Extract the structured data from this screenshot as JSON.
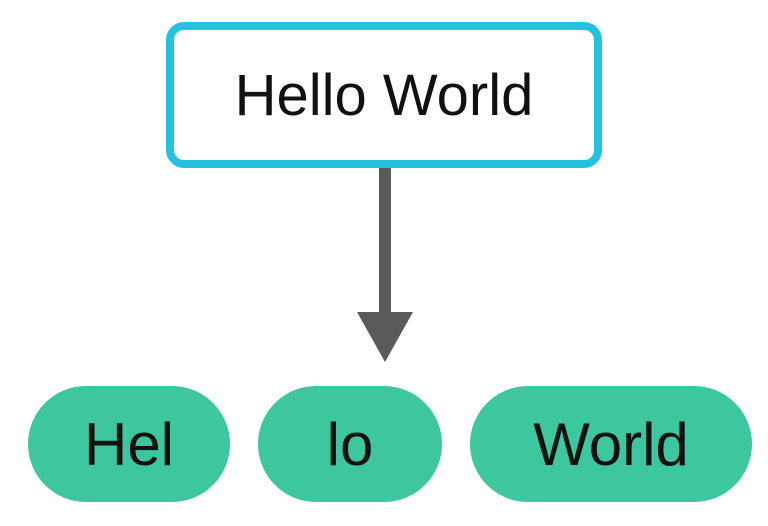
{
  "source": {
    "text": "Hello World"
  },
  "tokens": [
    {
      "text": "Hel"
    },
    {
      "text": "lo"
    },
    {
      "text": "World"
    }
  ],
  "colors": {
    "source_border": "#25c2dd",
    "token_fill": "#3ec69e",
    "arrow": "#5a5a5a",
    "text": "#111111"
  }
}
